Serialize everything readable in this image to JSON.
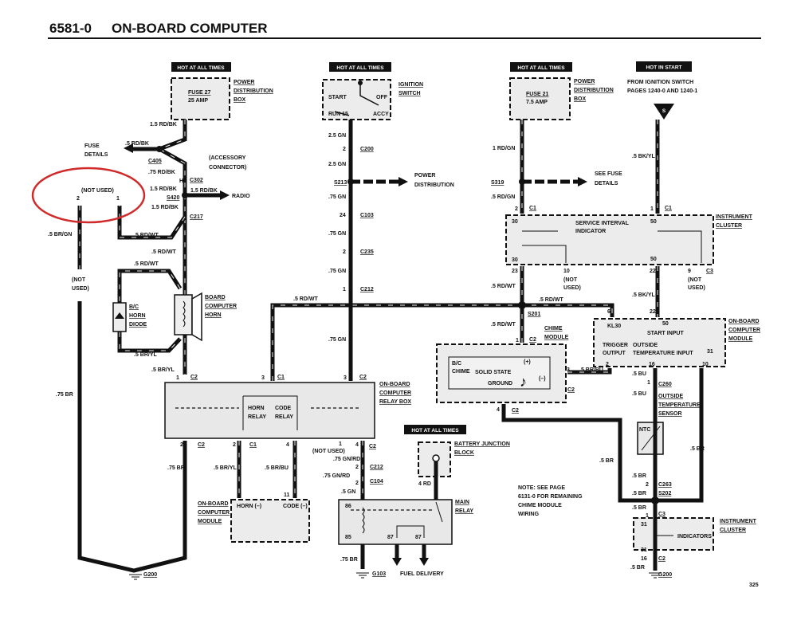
{
  "title": {
    "number": "6581-0",
    "name": "ON-BOARD COMPUTER"
  },
  "badges": [
    "HOT AT ALL TIMES",
    "HOT AT ALL TIMES",
    "HOT AT ALL TIMES",
    "HOT IN START",
    "HOT AT ALL TIMES"
  ],
  "left": [
    "POWER",
    "DISTRIBUTION",
    "BOX",
    "FUSE 27",
    "25 AMP",
    "1.5 RD/BK",
    ".5 RD/BK",
    "FUSE",
    "DETAILS",
    "C405",
    "(ACCESSORY",
    "CONNECTOR)",
    ".75 RD/BK",
    "H",
    "C302",
    "1.5 RD/BK",
    "1.5 RD/BK",
    "RADIO",
    "S420",
    "1.5 RD/BK",
    "C217",
    "(NOT USED)",
    "2",
    "1",
    ".5 BR/GN",
    ".5 RD/WT",
    ".5 RD/WT",
    ".5 RD/WT",
    "(NOT",
    "USED)",
    "B/C",
    "HORN",
    "DIODE",
    "BOARD",
    "COMPUTER",
    "HORN",
    ".5 BR/YL",
    ".5 BR/YL",
    ".75 BR",
    "G200"
  ],
  "relay_box": [
    "1",
    "C2",
    "3",
    "C1",
    "3",
    "C2",
    "ON-BOARD",
    "COMPUTER",
    "RELAY BOX",
    "HORN",
    "RELAY",
    "CODE",
    "RELAY",
    "2",
    "C2",
    "2",
    "C1",
    "4",
    "1",
    "(NOT USED)",
    "4",
    "C2",
    ".75 BR",
    ".5 BR/YL",
    ".5 BR/BU"
  ],
  "bottom": [
    ".75 GN/RD",
    "2",
    "C212",
    ".75 GN/RD",
    "2",
    "C104",
    ".5 GN",
    "ON-BOARD",
    "COMPUTER",
    "MODULE",
    "1",
    "11",
    "HORN (–)",
    "CODE (–)",
    "BATTERY JUNCTION",
    "BLOCK",
    "4 RD",
    "MAIN",
    "RELAY",
    "86",
    "85",
    "87",
    "87",
    ".75 BR",
    "G103",
    "FUEL DELIVERY"
  ],
  "middle": [
    "IGNITION",
    "SWITCH",
    "START",
    "OFF",
    "RUN 15",
    "ACCY",
    "2.5 GN",
    "2",
    "C200",
    "2.5 GN",
    "S213",
    "POWER",
    "DISTRIBUTION",
    ".75 GN",
    "24",
    "C103",
    ".75 GN",
    "2",
    "C235",
    ".75 GN",
    "1",
    "C212",
    ".75 GN",
    ".5 RD/WT"
  ],
  "right": [
    "POWER",
    "DISTRIBUTION",
    "BOX",
    "FUSE 21",
    "7.5 AMP",
    "FROM IGNITION SWITCH",
    "PAGES 1240-0 AND 1240-1",
    "S",
    "1 RD/GN",
    ".5 BK/YL",
    "S319",
    "SEE FUSE",
    "DETAILS",
    ".5 RD/GN",
    "2",
    "C1",
    "1",
    "C1",
    "INSTRUMENT",
    "CLUSTER",
    "30",
    "50",
    "SERVICE INTERVAL",
    "INDICATOR",
    "30",
    "50",
    "23",
    "10",
    "(NOT",
    "USED)",
    "22",
    "9",
    "(NOT",
    "USED)",
    "C3",
    ".5 RD/WT",
    ".5 BK/YL"
  ],
  "modules": [
    ".5 RD/WT",
    "S201",
    ".5 RD/WT",
    "6",
    "22",
    "CHIME",
    "MODULE",
    "1",
    "C2",
    "KL30",
    "50",
    "START INPUT",
    "TRIGGER",
    "OUTPUT",
    "OUTSIDE",
    "TEMPERATURE INPUT",
    "31",
    "ON-BOARD",
    "COMPUTER",
    "MODULE",
    "B/C",
    "CHIME",
    "SOLID STATE",
    "GROUND",
    "(+)",
    "(–)",
    "3",
    ".5 BR/BU",
    "C2",
    "2",
    "16",
    "10",
    ".5 BU",
    "1",
    "C260",
    ".5 BU",
    "OUTSIDE",
    "TEMPERATURE",
    "SENSOR",
    "NTC",
    "4",
    "C2",
    ".5 BR",
    ".5 BR"
  ],
  "lower_right": [
    ".5 BR",
    "2",
    "C263",
    ".5 BR",
    "S202",
    ".5 BR",
    "1",
    "C3",
    "31",
    "INDICATORS",
    "31",
    "16",
    "C2",
    ".5 BR",
    "G200",
    "INSTRUMENT",
    "CLUSTER"
  ],
  "note": [
    "NOTE: SEE PAGE",
    "6131-0 FOR REMAINING",
    "CHIME MODULE",
    "WIRING"
  ],
  "page_number": "325",
  "colors": {
    "wire": "#111111",
    "highlight_circle": "#d02a2a",
    "component_fill": "#ececec"
  }
}
